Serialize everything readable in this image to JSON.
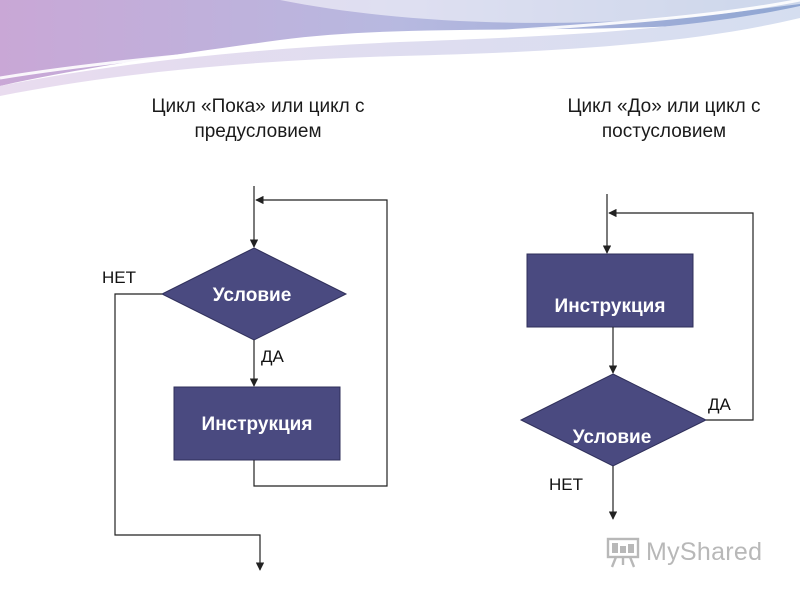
{
  "diagram": {
    "left": {
      "title_line1": "Цикл «Пока» или цикл с",
      "title_line2": "предусловием",
      "condition": "Условие",
      "instruction": "Инструкция",
      "label_no": "НЕТ",
      "label_yes": "ДА"
    },
    "right": {
      "title_line1": "Цикл «До» или цикл с",
      "title_line2": "постусловием",
      "condition": "Условие",
      "instruction": "Инструкция",
      "label_no": "НЕТ",
      "label_yes": "ДА"
    }
  },
  "watermark": {
    "text": "MyShared",
    "icon": "presentation-board-icon"
  },
  "colors": {
    "shape_fill": "#4a4a80",
    "shape_stroke": "#2f2f5a",
    "shape_text": "#ffffff",
    "line": "#222222",
    "watermark": "#b8b8b8"
  }
}
